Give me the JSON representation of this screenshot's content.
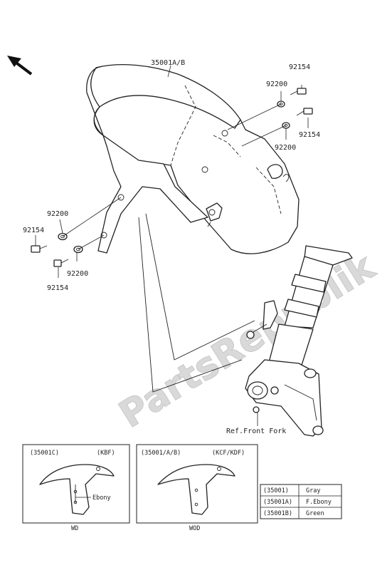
{
  "watermark": "PartsRepublik",
  "parts": {
    "fender": "35001A/B",
    "bolt_upper_right": "92154",
    "washer_upper": "92200",
    "bolt_right": "92154",
    "washer_right": "92200",
    "washer_left": "92200",
    "bolt_left": "92154",
    "washer_left_lower": "92200",
    "bolt_left_lower": "92154"
  },
  "ref_label": "Ref.Front Fork",
  "insets": [
    {
      "code": "(35001C)",
      "model": "(KBF)",
      "note": "Ebony",
      "caption": "WD"
    },
    {
      "code": "(35001/A/B)",
      "model": "(KCF/KDF)",
      "caption": "WOD"
    }
  ],
  "color_table": [
    {
      "code": "(35001)",
      "color": "Gray"
    },
    {
      "code": "(35001A)",
      "color": "F.Ebony"
    },
    {
      "code": "(35001B)",
      "color": "Green"
    }
  ]
}
